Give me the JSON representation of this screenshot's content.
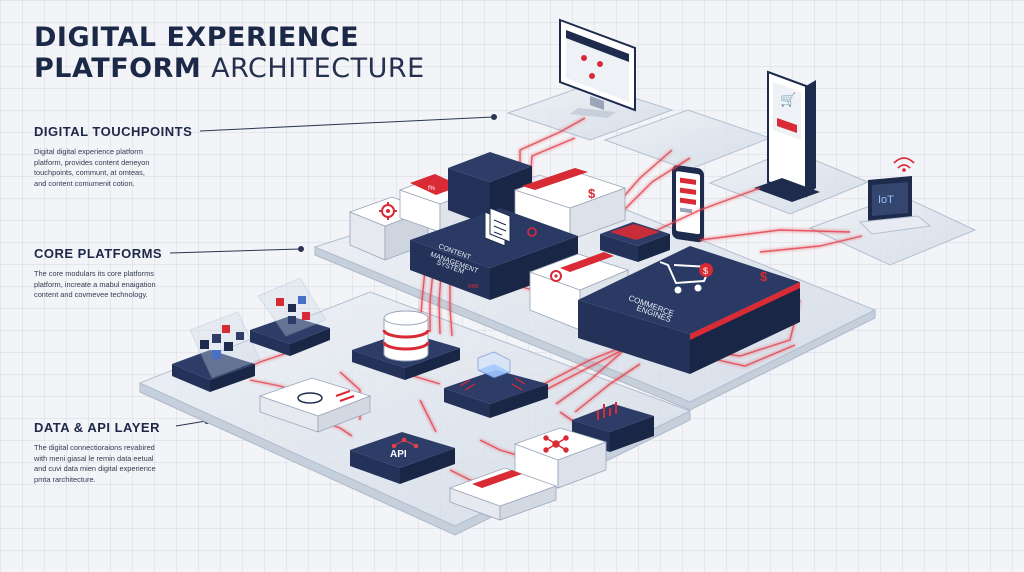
{
  "title": {
    "line1": "DIGITAL EXPERIENCE",
    "line2_bold": "PLATFORM",
    "line2_thin": "ARCHITECTURE"
  },
  "sections": {
    "touchpoints": {
      "heading": "DIGITAL TOUCHPOINTS",
      "lines": [
        "Digital digital experience platform",
        "platform, provides content deneyon",
        "touchpoints, communt, at omteas,",
        "and content comumenit cotion."
      ]
    },
    "core": {
      "heading": "CORE PLATFORMS",
      "lines": [
        "The core modulars its core platforms",
        "platform, increate a mabul enaigation",
        "content and covmevee technology."
      ]
    },
    "data": {
      "heading": "DATA & API LAYER",
      "lines": [
        "The digital connectioraions revabired",
        "with meni giasal le remin data eetual",
        "and cuvi data mien digital experience",
        "pmta rarchitecture."
      ]
    }
  },
  "labels": {
    "cms": [
      "CONTENT",
      "MANAGEMENT",
      "SYSTEM"
    ],
    "cms_badge": "NNB",
    "commerce": [
      "COMMERCE",
      "ENGINES"
    ],
    "api": "API",
    "iot": "IoT",
    "dollar": "$"
  },
  "colors": {
    "navy": "#1e2b4d",
    "red": "#d92b35",
    "white_block": "#ffffff",
    "glass": "#dfe5ee"
  },
  "icons": [
    "monitor-icon",
    "smartphone-icon",
    "kiosk-icon",
    "iot-device-icon",
    "gear-icon",
    "dollar-icon",
    "cart-icon",
    "database-icon",
    "cpu-chip-icon",
    "network-icon",
    "chart-icon",
    "data-cube-icon"
  ]
}
